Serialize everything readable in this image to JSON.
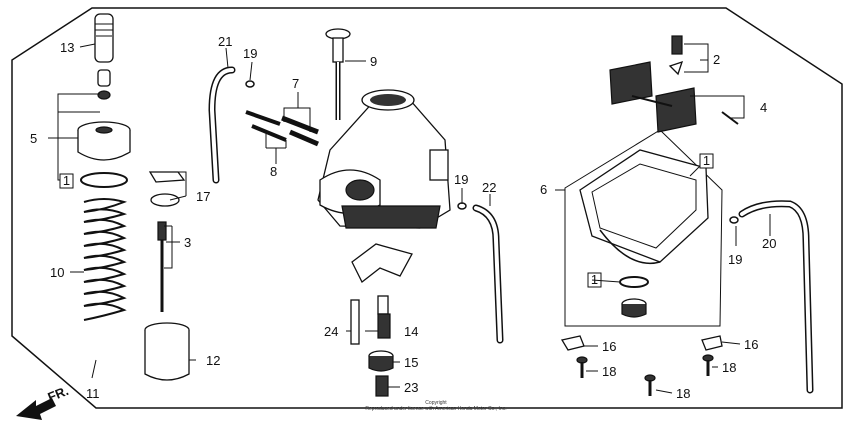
{
  "diagram": {
    "callouts": [
      "1",
      "2",
      "3",
      "4",
      "5",
      "6",
      "7",
      "8",
      "9",
      "10",
      "11",
      "12",
      "13",
      "14",
      "15",
      "16",
      "17",
      "18",
      "19",
      "20",
      "21",
      "22",
      "23",
      "24"
    ],
    "boxed_labels": [
      "1",
      "1",
      "1"
    ],
    "direction_marker": "FR.",
    "copyright_line1": "Copyright",
    "copyright_line2": "Reproduced under license with American Honda Motor Co., Inc."
  }
}
